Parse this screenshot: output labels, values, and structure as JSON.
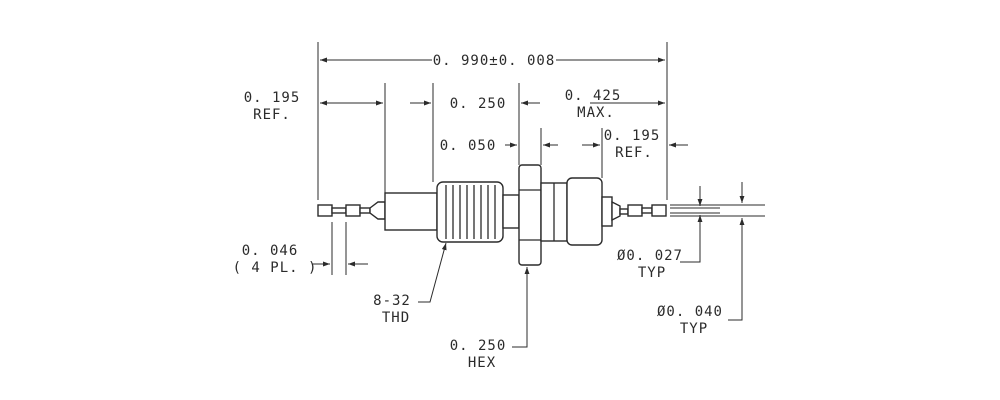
{
  "dimensions": {
    "overall": "0. 990±0. 008",
    "left_ref": [
      "0. 195",
      "REF."
    ],
    "thread_len": "0. 250",
    "max_len": [
      "0. 425",
      "MAX."
    ],
    "flange": "0. 050",
    "right_ref": [
      "0. 195",
      "REF."
    ],
    "pin_spacing": [
      "0. 046",
      "( 4 PL. )"
    ],
    "thread": [
      "8-32",
      "THD"
    ],
    "hex": [
      "0. 250",
      "HEX"
    ],
    "dia_small": [
      "Ø0. 027",
      "TYP"
    ],
    "dia_large": [
      "Ø0. 040",
      "TYP"
    ]
  }
}
